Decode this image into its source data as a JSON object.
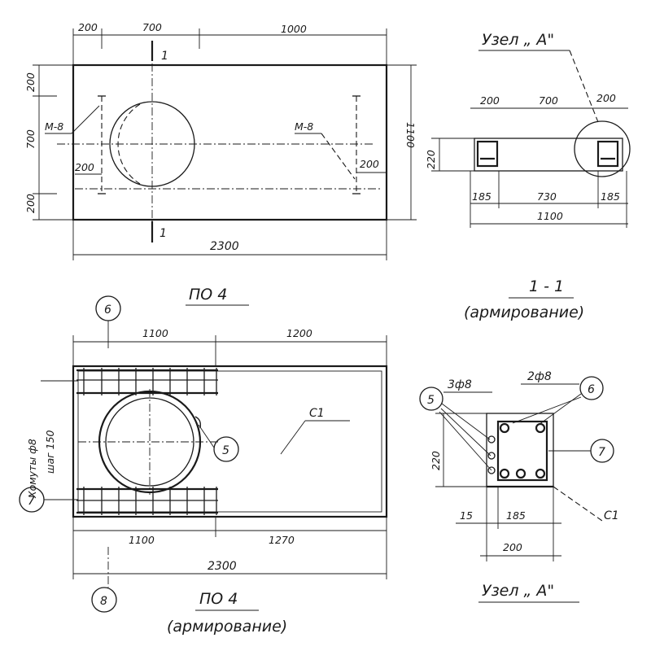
{
  "view_po4": {
    "dims_top": [
      "200",
      "700",
      "1000"
    ],
    "dims_left": [
      "200",
      "700",
      "200"
    ],
    "dim_inner_left": "200",
    "dim_inner_right": "200",
    "dim_bottom": "2300",
    "right_height": "1100",
    "tag_left": "M-8",
    "tag_right": "M-8",
    "section_mark_top": "1",
    "section_mark_bottom": "1",
    "title": "ПО 4"
  },
  "view_section": {
    "node_label": "Узел „ А\"",
    "dims_top": [
      "200",
      "700",
      "200"
    ],
    "dim_height": "220",
    "dims_bottom": [
      "185",
      "730",
      "185"
    ],
    "dim_total": "1100",
    "title": "1 - 1",
    "subtitle": "(армирование)"
  },
  "view_po4_reinf": {
    "callout_6": "6",
    "callout_5": "5",
    "callout_7": "7",
    "callout_8": "8",
    "dims_top": [
      "1100",
      "1200"
    ],
    "left_label_1": "Хомуты ф8",
    "left_label_2": "шаг 150",
    "mesh_label": "C1",
    "dims_bottom": [
      "1100",
      "1270"
    ],
    "dim_total": "2300",
    "title": "ПО 4",
    "subtitle": "(армирование)"
  },
  "view_node": {
    "bar_label_left": "3ф8",
    "bar_label_right": "2ф8",
    "callout_5": "5",
    "callout_6": "6",
    "callout_7": "7",
    "dim_height": "220",
    "mesh_label": "C1",
    "dims_bottom": [
      "15",
      "185"
    ],
    "dim_total": "200",
    "title": "Узел „ А\""
  }
}
